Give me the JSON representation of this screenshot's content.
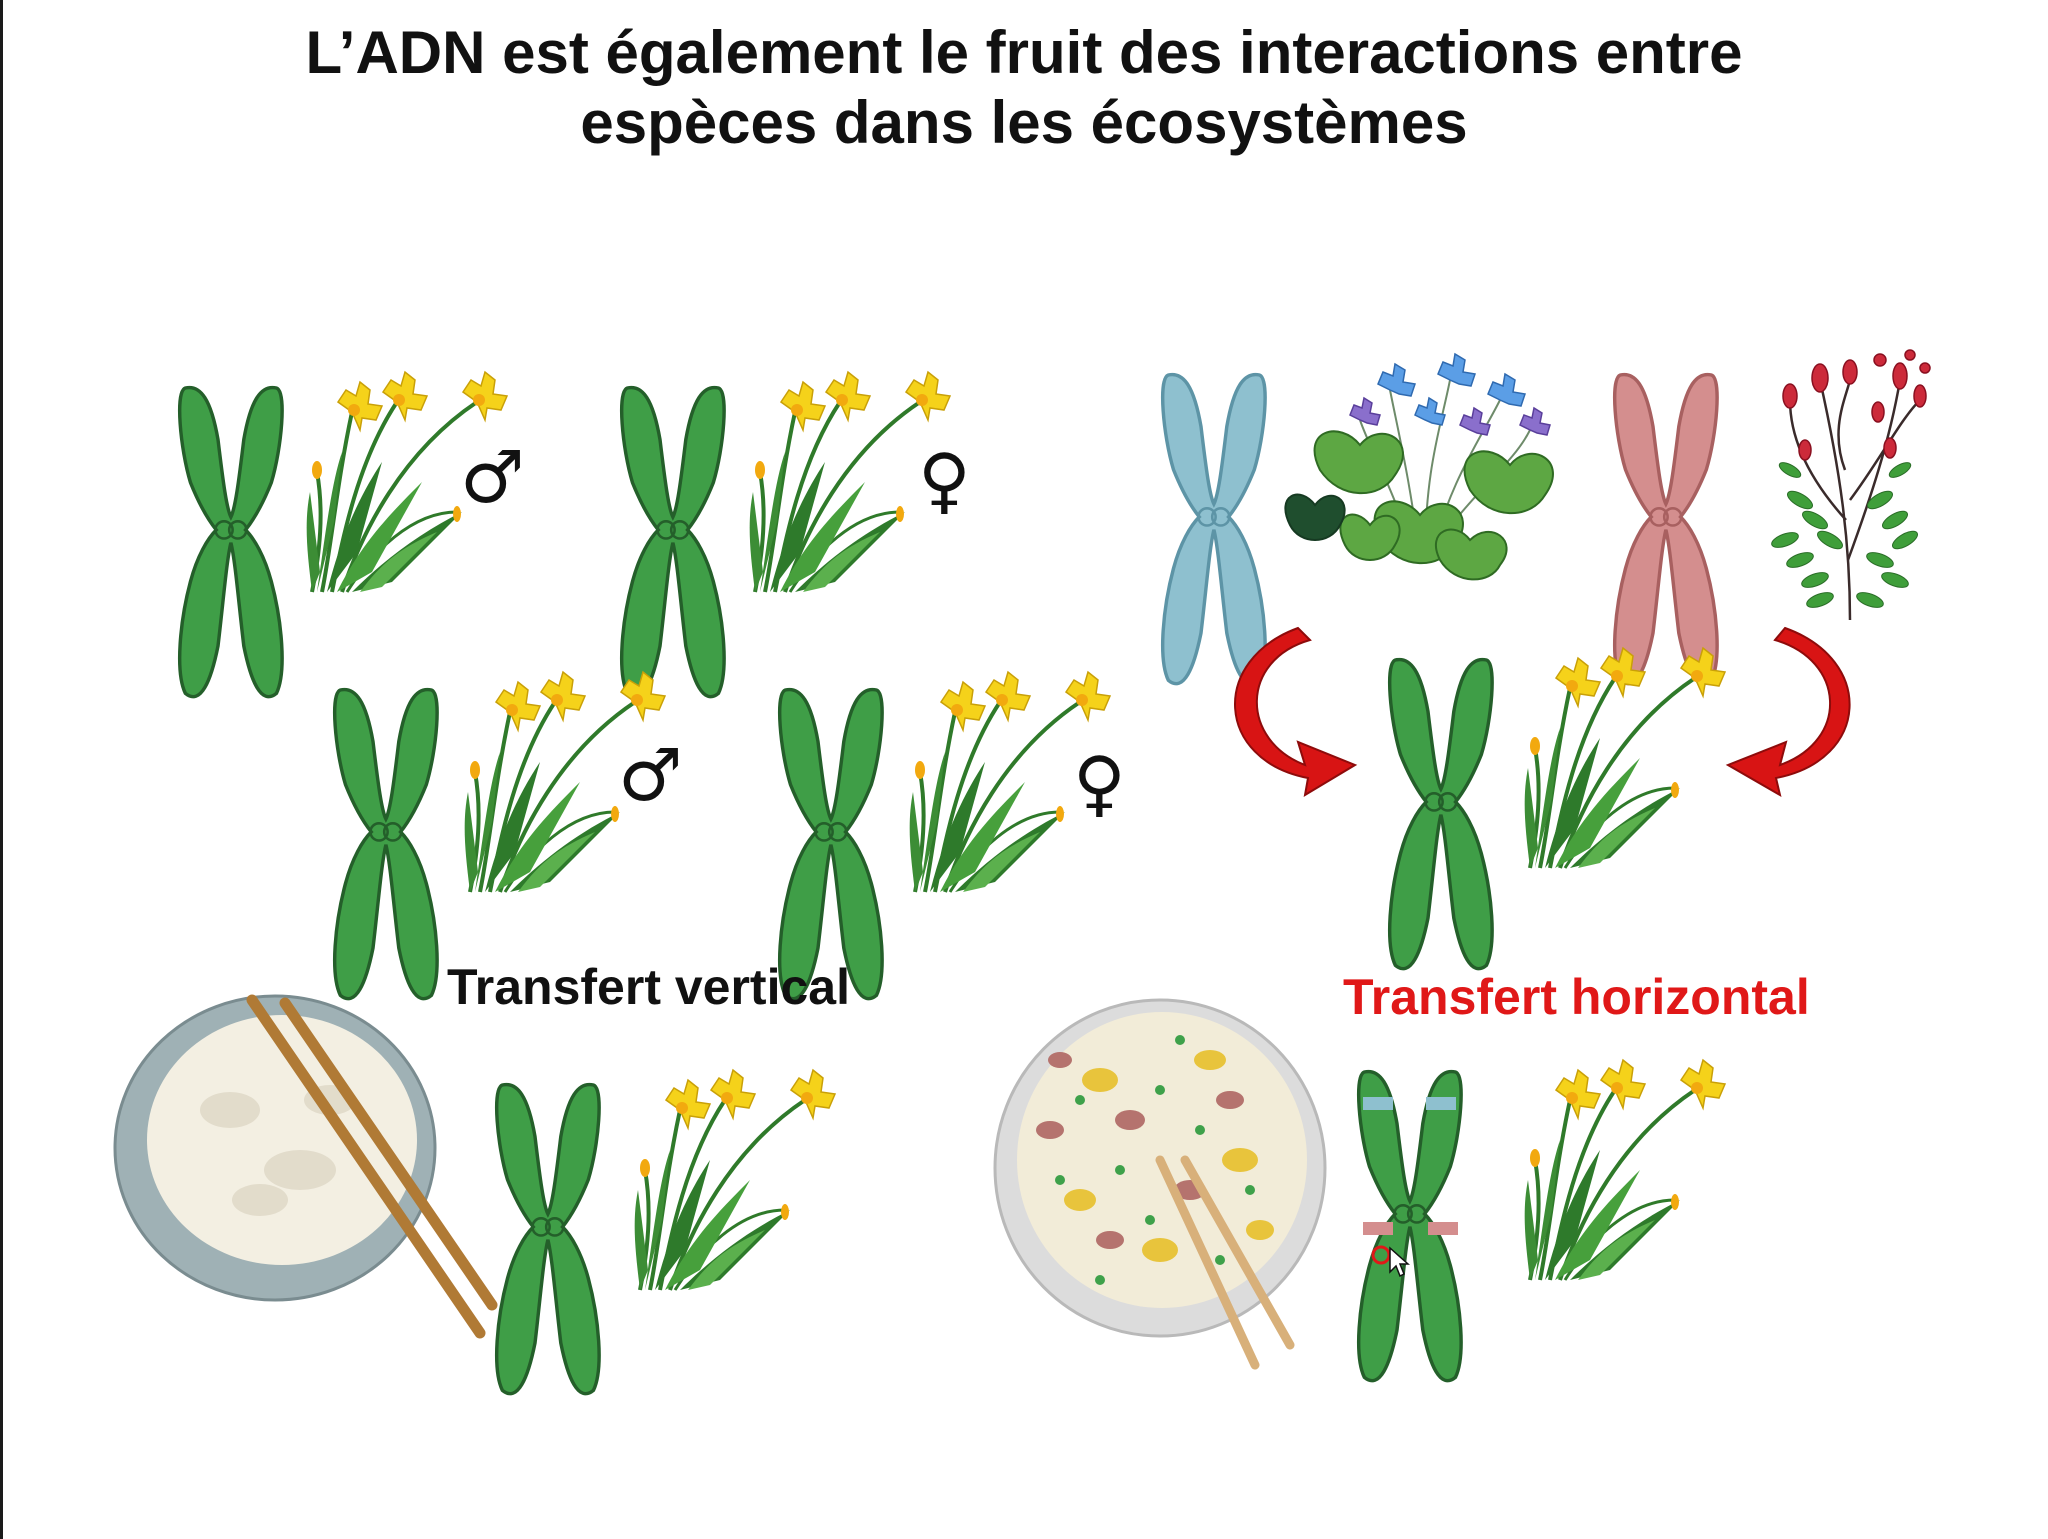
{
  "title": {
    "line1": "L’ADN est également le fruit des interactions entre",
    "line2": "espèces dans les écosystèmes"
  },
  "labels": {
    "vertical": "Transfert vertical",
    "horizontal": "Transfert horizontal"
  },
  "symbols": {
    "male": "♂",
    "female": "♀"
  },
  "colors": {
    "chromosome_green": "#3f9e47",
    "chromosome_blue": "#8ec0cf",
    "chromosome_pink": "#d48e8e",
    "arrow_red": "#d81414",
    "horizontal_label": "#e01818"
  }
}
